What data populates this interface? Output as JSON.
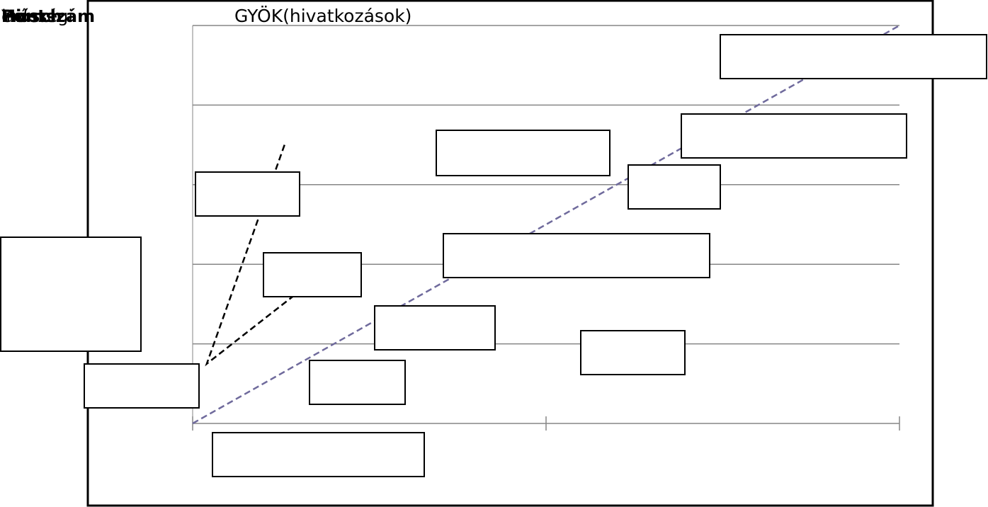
{
  "colors": {
    "background": "#ffffff",
    "frame": "#000000",
    "gridline": "#868686",
    "trend_line": "#6f6a9c",
    "connector_line": "#000000",
    "box_fill": "#ffffff",
    "box_stroke": "#000000"
  },
  "chart_data": {
    "type": "scatter",
    "title": "GYÖK(hivatkozások)",
    "overlapping_labels": [
      "index",
      "Hirsch",
      "erősségi",
      "Pontszám",
      "Y"
    ],
    "grid": true,
    "legend": "none",
    "x_ticks_shown": 3,
    "horizontal_gridlines": 5,
    "trend_line": {
      "style": "dashed",
      "from": [
        0,
        0
      ],
      "to": [
        1,
        1
      ]
    },
    "connector_line": {
      "style": "dashed",
      "points": [
        [
          0.13,
          0.7
        ],
        [
          0.02,
          0.15
        ],
        [
          0.2,
          0.4
        ]
      ]
    },
    "label_boxes_count": 16,
    "label_box_text": []
  }
}
